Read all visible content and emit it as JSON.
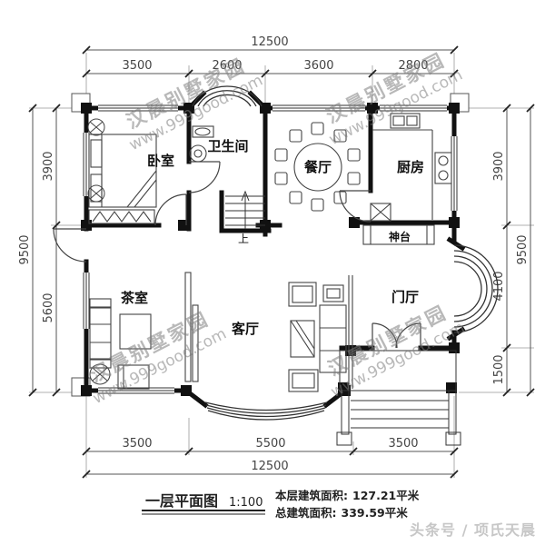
{
  "title_block": {
    "drawing_title": "一层平面图",
    "scale": "1:100",
    "area1_label": "本层建筑面积:",
    "area1_value": "127.21平米",
    "area2_label": "总建筑面积:",
    "area2_value": "339.59平米",
    "credit": "头条号 / 项氏天晨"
  },
  "watermark": {
    "line1": "汉晨别墅家园",
    "line2": "www.999good.com"
  },
  "rooms": {
    "bedroom": "卧室",
    "bathroom": "卫生间",
    "dining": "餐厅",
    "kitchen": "厨房",
    "altar": "神台",
    "tea_room": "茶室",
    "living": "客厅",
    "foyer": "门厅"
  },
  "stairs": {
    "up_label": "上"
  },
  "dimensions": {
    "top_total": "12500",
    "top_segments": [
      "3500",
      "2600",
      "3600",
      "2800"
    ],
    "bottom_total": "12500",
    "bottom_segments": [
      "3500",
      "5500",
      "3500"
    ],
    "left_total": "9500",
    "left_segments": [
      "3900",
      "5600"
    ],
    "right_total": "9500",
    "right_segments": [
      "3900",
      "4100",
      "1500"
    ]
  }
}
